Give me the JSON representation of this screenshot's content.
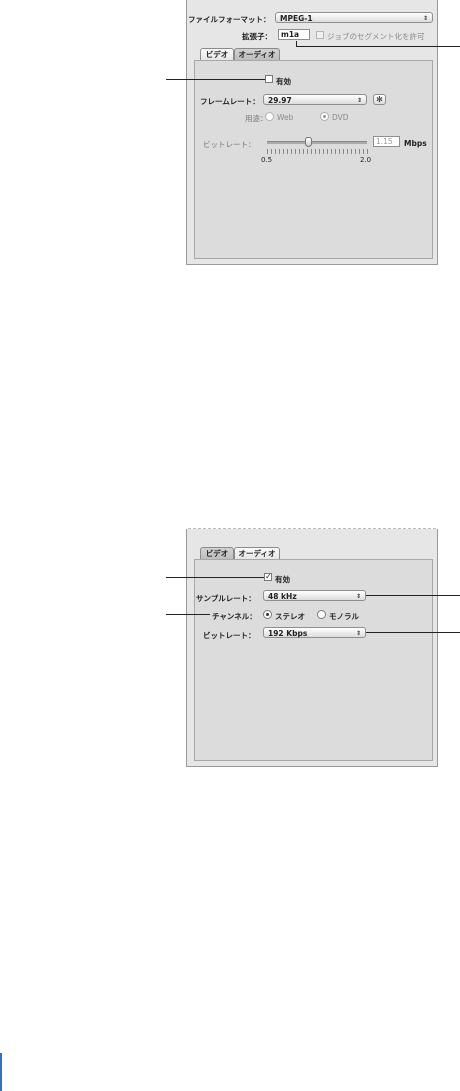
{
  "panel1": {
    "file_format_label": "ファイルフォーマット：",
    "file_format_value": "MPEG-1",
    "extension_label": "拡張子：",
    "extension_value": "m1a",
    "segment_checkbox_label": "ジョブのセグメント化を許可",
    "tabs": [
      "ビデオ",
      "オーディオ"
    ],
    "active_tab": "ビデオ",
    "enable_label": "有効",
    "frame_rate_label": "フレームレート：",
    "frame_rate_value": "29.97",
    "usage_label": "用途：",
    "usage_options": [
      "Web",
      "DVD"
    ],
    "usage_selected": "DVD",
    "bitrate_label": "ビットレート：",
    "bitrate_value": "1.15",
    "bitrate_unit": "Mbps",
    "slider_min": "0.5",
    "slider_max": "2.0",
    "slider_level": 1.15
  },
  "panel2": {
    "tabs": [
      "ビデオ",
      "オーディオ"
    ],
    "active_tab": "オーディオ",
    "enable_label": "有効",
    "enable_checked": true,
    "sample_rate_label": "サンプルレート：",
    "sample_rate_value": "48 kHz",
    "channel_label": "チャンネル：",
    "channel_options": [
      "ステレオ",
      "モノラル"
    ],
    "channel_selected": "ステレオ",
    "bitrate_label": "ビットレート：",
    "bitrate_value": "192 Kbps"
  },
  "icons": {
    "popup_arrows": "⇕",
    "gear": "✻",
    "check": "✓"
  }
}
